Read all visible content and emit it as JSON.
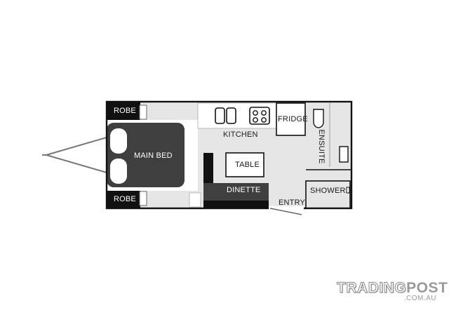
{
  "rooms": {
    "robe_top": "ROBE",
    "robe_bottom": "ROBE",
    "main_bed": "MAIN BED",
    "kitchen": "KITCHEN",
    "fridge": "FRIDGE",
    "ensuite": "ENSUITE",
    "table": "TABLE",
    "dinette": "DINETTE",
    "shower": "SHOWER",
    "entry": "ENTRY"
  },
  "watermark": {
    "trading": "TRADING",
    "post": "POST",
    "domain": ".COM.AU"
  },
  "colors": {
    "wall": "#111111",
    "floor": "#e6e6e6",
    "dark_fill": "#3f3f3f",
    "black_fill": "#111111"
  }
}
